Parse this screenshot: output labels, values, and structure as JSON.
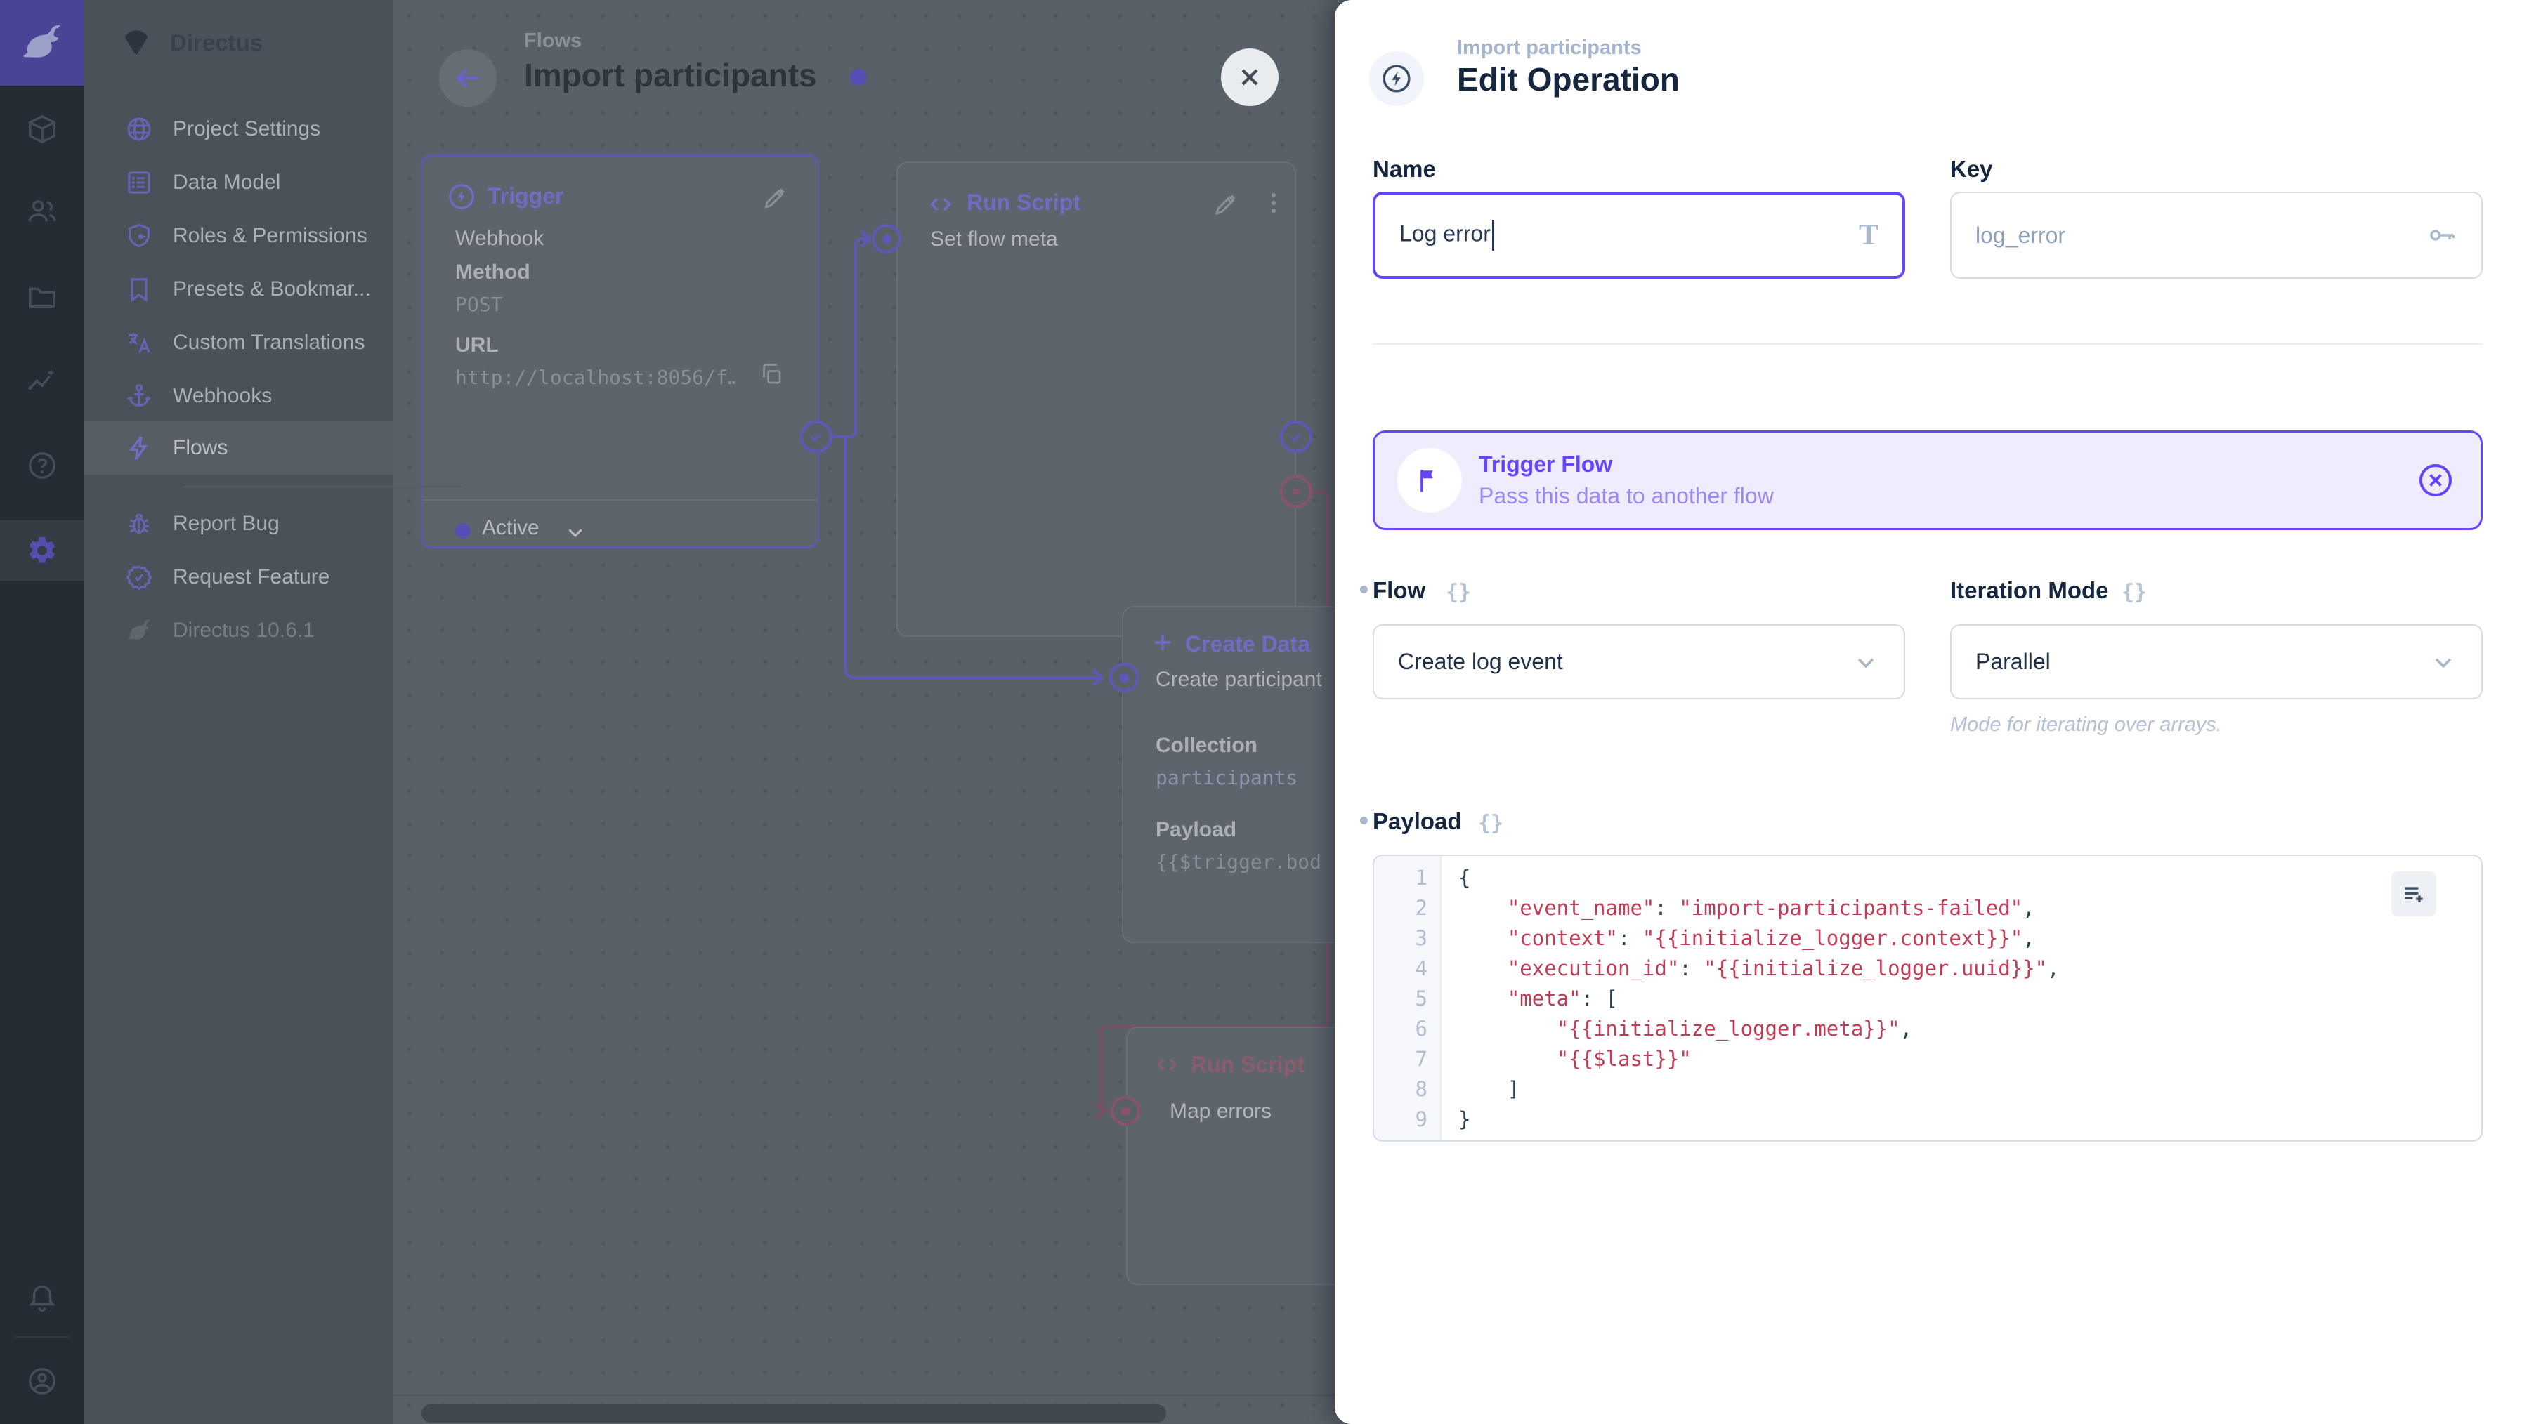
{
  "colors": {
    "accent": "#6644ff",
    "accent_soft_bg": "#efecfd",
    "code_string": "#c13c55",
    "code_punctuation": "#2c4257",
    "reject_path": "#8a5468",
    "resolve_path": "#5f58b8"
  },
  "module_bar": {
    "icons": [
      "directus-logo",
      "content-box",
      "users",
      "files-folder",
      "insights",
      "help",
      "settings",
      "notifications-bell",
      "account-avatar"
    ]
  },
  "sidebar": {
    "project_name": "Directus",
    "items": [
      {
        "label": "Project Settings",
        "icon": "globe"
      },
      {
        "label": "Data Model",
        "icon": "list"
      },
      {
        "label": "Roles & Permissions",
        "icon": "shield"
      },
      {
        "label": "Presets & Bookmar...",
        "icon": "bookmark"
      },
      {
        "label": "Custom Translations",
        "icon": "translate"
      },
      {
        "label": "Webhooks",
        "icon": "anchor"
      },
      {
        "label": "Flows",
        "icon": "bolt"
      }
    ],
    "footer_items": [
      {
        "label": "Report Bug",
        "icon": "bug"
      },
      {
        "label": "Request Feature",
        "icon": "badge-check"
      }
    ],
    "version": "Directus 10.6.1"
  },
  "canvas": {
    "breadcrumb": "Flows",
    "title": "Import participants",
    "trigger_panel": {
      "title": "Trigger",
      "type": "Webhook",
      "method_label": "Method",
      "method": "POST",
      "url_label": "URL",
      "url": "http://localhost:8056/f…",
      "status": "Active"
    },
    "run_script_panel": {
      "title": "Run Script",
      "name": "Set flow meta"
    },
    "create_data_panel": {
      "title": "Create Data",
      "name": "Create participant",
      "collection_label": "Collection",
      "collection": "participants",
      "payload_label": "Payload",
      "payload": "{{$trigger.bod"
    },
    "map_errors_panel": {
      "title": "Run Script",
      "name": "Map errors"
    }
  },
  "drawer": {
    "breadcrumb": "Import participants",
    "title": "Edit Operation",
    "fields": {
      "name": {
        "label": "Name",
        "value": "Log error"
      },
      "key": {
        "label": "Key",
        "value": "log_error"
      },
      "flow": {
        "label": "Flow",
        "value": "Create log event"
      },
      "iteration_mode": {
        "label": "Iteration Mode",
        "value": "Parallel",
        "note": "Mode for iterating over arrays."
      },
      "payload": {
        "label": "Payload"
      }
    },
    "notice": {
      "title": "Trigger Flow",
      "subtitle": "Pass this data to another flow"
    },
    "code": {
      "lines": [
        {
          "n": "1",
          "parts": [
            {
              "t": "p",
              "x": "{"
            }
          ]
        },
        {
          "n": "2",
          "parts": [
            {
              "t": "p",
              "x": "    "
            },
            {
              "t": "s",
              "x": "\"event_name\""
            },
            {
              "t": "p",
              "x": ": "
            },
            {
              "t": "s",
              "x": "\"import-participants-failed\""
            },
            {
              "t": "p",
              "x": ","
            }
          ]
        },
        {
          "n": "3",
          "parts": [
            {
              "t": "p",
              "x": "    "
            },
            {
              "t": "s",
              "x": "\"context\""
            },
            {
              "t": "p",
              "x": ": "
            },
            {
              "t": "s",
              "x": "\"{{initialize_logger.context}}\""
            },
            {
              "t": "p",
              "x": ","
            }
          ]
        },
        {
          "n": "4",
          "parts": [
            {
              "t": "p",
              "x": "    "
            },
            {
              "t": "s",
              "x": "\"execution_id\""
            },
            {
              "t": "p",
              "x": ": "
            },
            {
              "t": "s",
              "x": "\"{{initialize_logger.uuid}}\""
            },
            {
              "t": "p",
              "x": ","
            }
          ]
        },
        {
          "n": "5",
          "parts": [
            {
              "t": "p",
              "x": "    "
            },
            {
              "t": "s",
              "x": "\"meta\""
            },
            {
              "t": "p",
              "x": ": ["
            }
          ]
        },
        {
          "n": "6",
          "parts": [
            {
              "t": "p",
              "x": "        "
            },
            {
              "t": "s",
              "x": "\"{{initialize_logger.meta}}\""
            },
            {
              "t": "p",
              "x": ","
            }
          ]
        },
        {
          "n": "7",
          "parts": [
            {
              "t": "p",
              "x": "        "
            },
            {
              "t": "s",
              "x": "\"{{$last}}\""
            }
          ]
        },
        {
          "n": "8",
          "parts": [
            {
              "t": "p",
              "x": "    ]"
            }
          ]
        },
        {
          "n": "9",
          "parts": [
            {
              "t": "p",
              "x": "}"
            }
          ]
        }
      ]
    }
  }
}
